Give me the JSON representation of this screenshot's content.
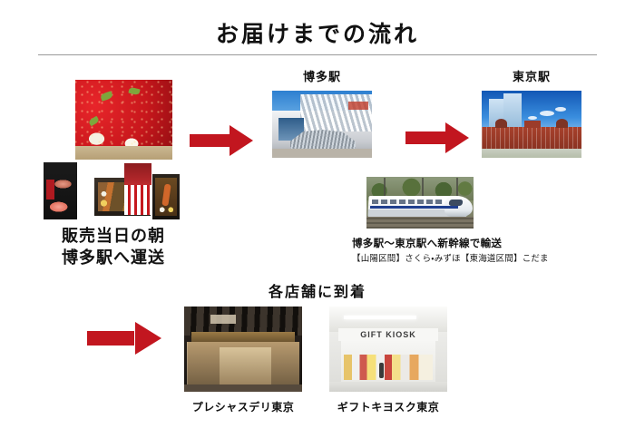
{
  "page": {
    "title": "お届けまでの流れ",
    "accent_color": "#c2161f",
    "text_color": "#111111",
    "background": "#ffffff"
  },
  "step1": {
    "caption_line1": "販売当日の朝",
    "caption_line2": "博多駅へ運送",
    "photos": [
      {
        "name": "strawberries"
      },
      {
        "name": "dark-package"
      },
      {
        "name": "bento-box-long"
      },
      {
        "name": "red-white-package"
      },
      {
        "name": "bento-box-small"
      }
    ]
  },
  "step2": {
    "station_label": "博多駅",
    "photo_name": "hakata-station"
  },
  "step3": {
    "station_label": "東京駅",
    "photo_name": "tokyo-station"
  },
  "transport": {
    "caption": "博多駅〜東京駅へ新幹線で輸送",
    "detail": "【山陽区間】さくら・みずほ【東海道区間】こだま",
    "photo_name": "shinkansen-train"
  },
  "arrival": {
    "heading": "各店舗に到着",
    "stores": [
      {
        "caption": "プレシャスデリ東京",
        "photo_name": "precious-deli-tokyo-storefront",
        "sign_text": ""
      },
      {
        "caption": "ギフトキヨスク東京",
        "photo_name": "gift-kiosk-tokyo-storefront",
        "sign_text": "GIFT KIOSK"
      }
    ]
  },
  "arrows": [
    {
      "name": "arrow-products-to-hakata",
      "direction": "right"
    },
    {
      "name": "arrow-hakata-to-tokyo",
      "direction": "right"
    },
    {
      "name": "arrow-to-stores",
      "direction": "right"
    }
  ]
}
